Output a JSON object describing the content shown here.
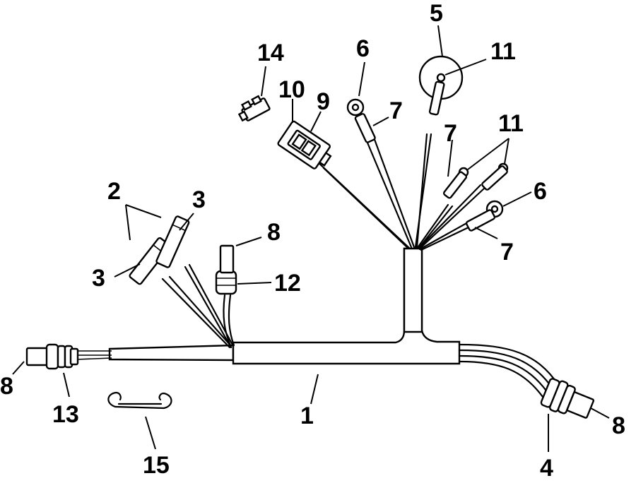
{
  "colors": {
    "ink": "#000000",
    "background": "#ffffff"
  },
  "callouts": {
    "c1": "1",
    "c2": "2",
    "c3a": "3",
    "c3b": "3",
    "c4": "4",
    "c5": "5",
    "c6a": "6",
    "c6b": "6",
    "c7a": "7",
    "c7b": "7",
    "c7c": "7",
    "c8a": "8",
    "c8b": "8",
    "c8c": "8",
    "c9": "9",
    "c10": "10",
    "c11a": "11",
    "c11b": "11",
    "c12": "12",
    "c13": "13",
    "c14": "14",
    "c15": "15"
  }
}
